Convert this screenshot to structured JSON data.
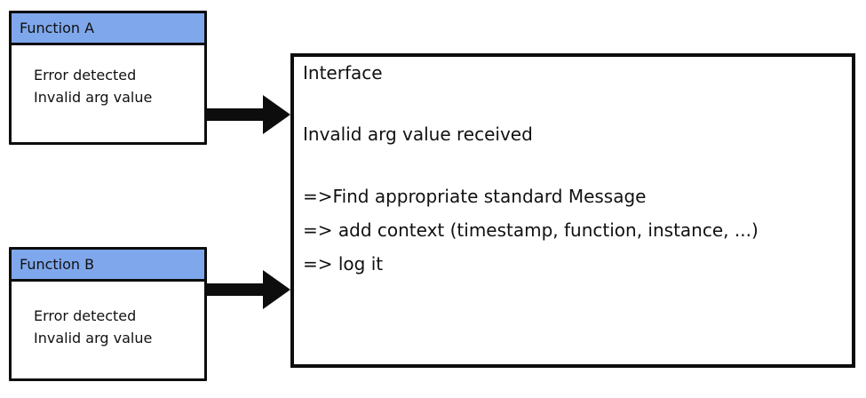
{
  "function_a": {
    "title": "Function A",
    "body_lines": [
      "Error detected",
      "Invalid arg value"
    ]
  },
  "function_b": {
    "title": "Function B",
    "body_lines": [
      "Error detected",
      "Invalid arg value"
    ]
  },
  "interface": {
    "title": "Interface",
    "lines": [
      "Invalid arg value received",
      "=>Find appropriate standard Message",
      "=> add context (timestamp, function, instance, ...)",
      "=> log it"
    ]
  },
  "icons": {
    "arrow_a": "arrow-right-icon",
    "arrow_b": "arrow-right-icon"
  },
  "colors": {
    "header_blue": "#7FA7EB",
    "line_black": "#0d0d0d",
    "background": "#ffffff"
  }
}
